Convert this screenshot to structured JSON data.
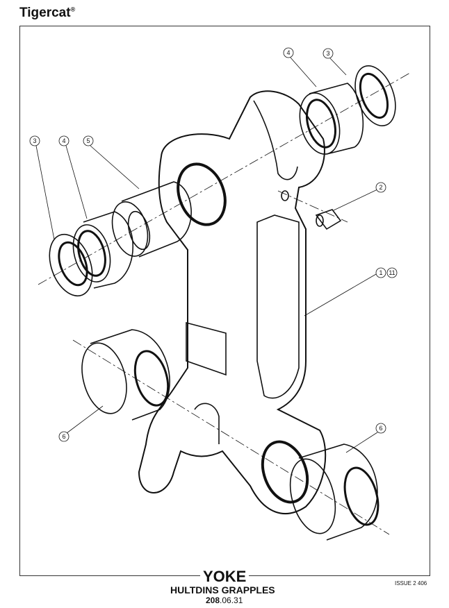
{
  "brand": {
    "name": "Tigercat",
    "mark": "®"
  },
  "footer": {
    "title": "YOKE",
    "subtitle": "HULTDINS GRAPPLES",
    "number_bold": "208",
    "number_rest": ".06.31",
    "issue": "ISSUE 2 406"
  },
  "callouts": [
    "3",
    "4",
    "3",
    "4",
    "5",
    "2",
    "1",
    "11",
    "6",
    "6"
  ]
}
